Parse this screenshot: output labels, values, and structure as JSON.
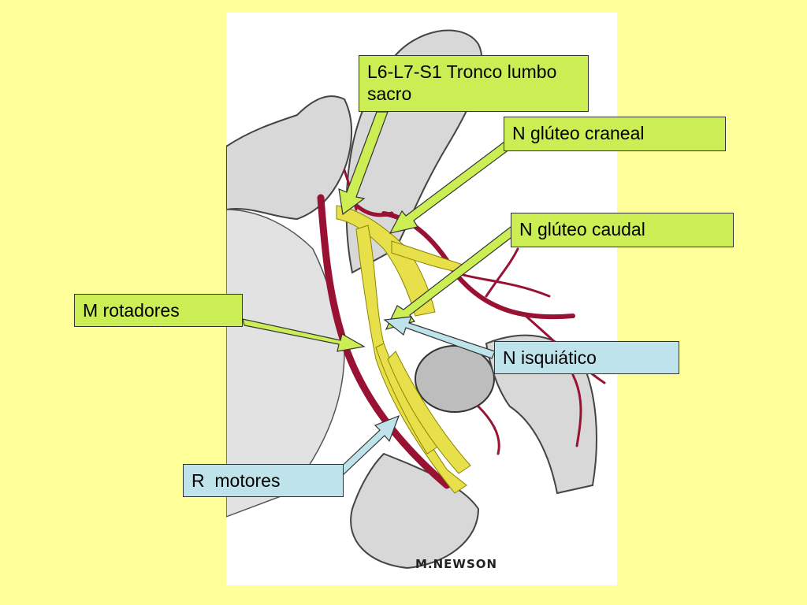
{
  "labels": {
    "lumbosacral": "L6-L7-S1 Tronco lumbo sacro",
    "cranial_gluteal": "N glúteo craneal",
    "caudal_gluteal": "N glúteo caudal",
    "rotators": "M rotadores",
    "sciatic": "N isquiático",
    "motor_branches": "R  motores"
  },
  "signature": "M.NEWSON",
  "colors": {
    "background": "#FFFF99",
    "label_yellow": "#CCEE55",
    "label_blue": "#BFE3EA",
    "nerve": "#E8E04A",
    "vessel": "#9A1233",
    "bone": "#D8D8D8"
  }
}
